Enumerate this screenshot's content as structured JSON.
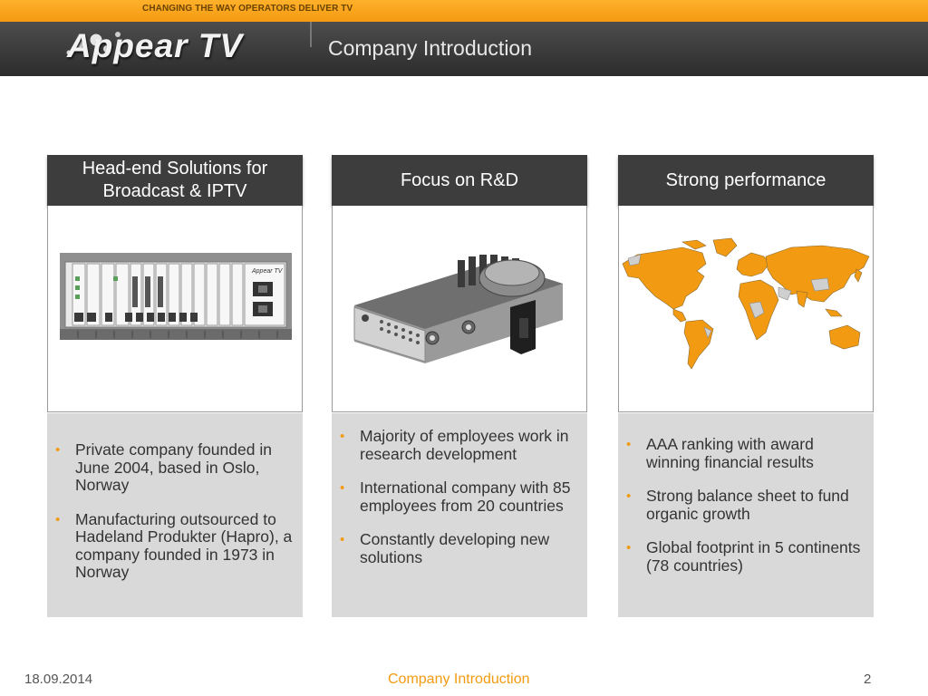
{
  "header": {
    "tagline": "CHANGING THE WAY OPERATORS DELIVER TV",
    "logo_text": "Appear TV",
    "title": "Company Introduction"
  },
  "columns": [
    {
      "heading": "Head-end Solutions for Broadcast & IPTV",
      "image": "head-end-rack-chassis",
      "bullets": [
        "Private company founded in June 2004, based in Oslo, Norway",
        "Manufacturing outsourced to Hadeland Produkter (Hapro), a company founded in 1973 in Norway"
      ]
    },
    {
      "heading": "Focus on R&D",
      "image": "circuit-board-module",
      "bullets": [
        "Majority of employees work in research development",
        "International company with 85 employees from 20 countries",
        "Constantly developing new solutions"
      ]
    },
    {
      "heading": "Strong performance",
      "image": "world-map-footprint",
      "bullets": [
        "AAA ranking with award winning financial results",
        "Strong balance sheet to fund organic growth",
        "Global footprint in 5 continents (78 countries)"
      ]
    }
  ],
  "rack_logo": "Appear TV",
  "footer": {
    "date": "18.09.2014",
    "center": "Company Introduction",
    "page": "2"
  },
  "colors": {
    "accent": "#f29b12",
    "header_dark": "#3d3d3d",
    "body_grey": "#d9d9d9"
  }
}
